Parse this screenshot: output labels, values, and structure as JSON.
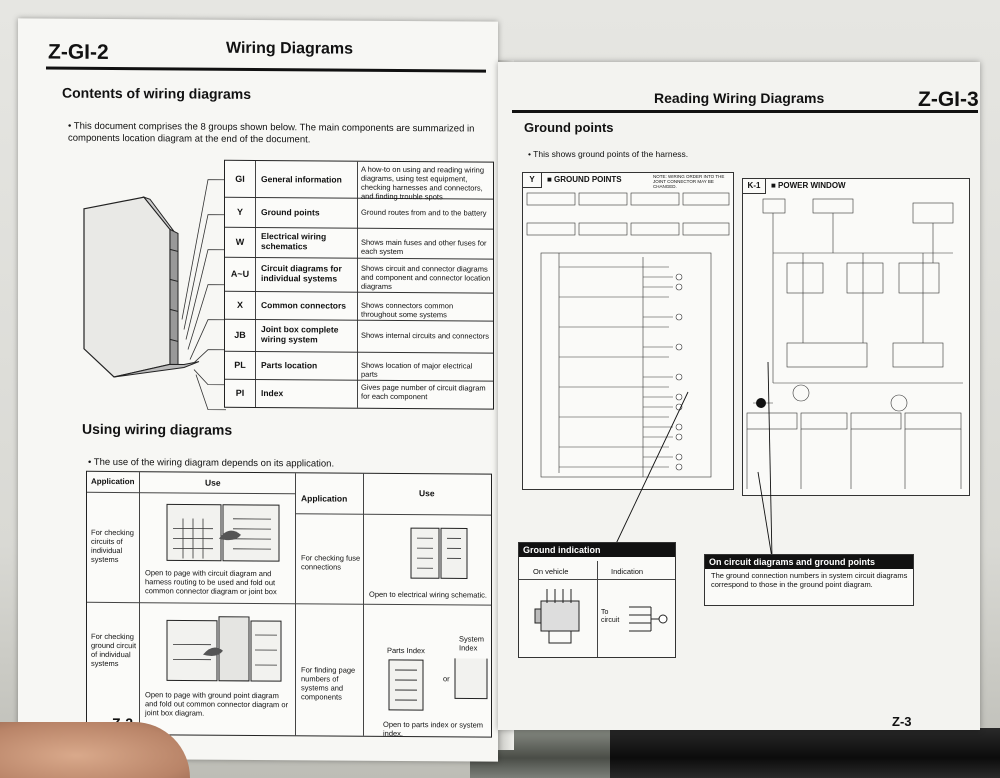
{
  "left_page": {
    "header_code": "Z-GI-2",
    "header_title": "Wiring Diagrams",
    "section_title": "Contents of wiring diagrams",
    "intro": "• This document comprises the 8 groups shown below. The main components are summarized in components location diagram at the end of the document.",
    "groups": [
      {
        "code": "GI",
        "name": "General information",
        "desc": "A how-to on using and reading wiring diagrams, using test equipment, checking harnesses and connectors, and finding trouble spots"
      },
      {
        "code": "Y",
        "name": "Ground points",
        "desc": "Ground routes from and to the battery"
      },
      {
        "code": "W",
        "name": "Electrical wiring schematics",
        "desc": "Shows main fuses and other fuses for each system"
      },
      {
        "code": "A~U",
        "name": "Circuit diagrams for individual systems",
        "desc": "Shows circuit and connector diagrams and component and connector location diagrams"
      },
      {
        "code": "X",
        "name": "Common connectors",
        "desc": "Shows connectors common throughout some systems"
      },
      {
        "code": "JB",
        "name": "Joint box complete wiring system",
        "desc": "Shows internal circuits and connectors"
      },
      {
        "code": "PL",
        "name": "Parts location",
        "desc": "Shows location of major electrical parts"
      },
      {
        "code": "PI",
        "name": "Index",
        "desc": "Gives page number of circuit diagram for each component"
      }
    ],
    "using_title": "Using wiring diagrams",
    "using_intro": "• The use of the wiring diagram depends on its application.",
    "app_header_application": "Application",
    "app_header_use": "Use",
    "app_rows": [
      {
        "app": "For checking circuits of individual systems",
        "use": "Open to page with circuit diagram and harness routing to be used and fold out common connector diagram or joint box"
      },
      {
        "app": "For checking ground circuit of individual systems",
        "use": "Open to page with ground point diagram and fold out common connector diagram or joint box diagram."
      }
    ],
    "app_rows_right": [
      {
        "app": "For checking fuse connections",
        "use": "Open to electrical wiring schematic."
      },
      {
        "app": "For finding page numbers of systems and components",
        "use": "Open to parts index or system index.",
        "label_a": "Parts Index",
        "label_or": "or",
        "label_b": "System Index"
      }
    ],
    "page_number": "Z-2"
  },
  "right_page": {
    "header_title": "Reading Wiring Diagrams",
    "header_code": "Z-GI-3",
    "section_title": "Ground points",
    "intro": "• This shows ground points of the harness.",
    "diagram_y_code": "Y",
    "diagram_y_title": "■ GROUND POINTS",
    "diagram_y_note": "NOTE: WIRING ORDER INTO THE JOINT CONNECTOR MAY BE CHANGED.",
    "diagram_k_code": "K-1",
    "diagram_k_title": "■ POWER WINDOW",
    "ground_indication": {
      "title": "Ground indication",
      "col_vehicle": "On vehicle",
      "col_indication": "Indication",
      "to_circuit": "To circuit"
    },
    "circuit_note": {
      "title": "On circuit diagrams and ground points",
      "text": "The ground connection numbers in system circuit diagrams correspond to those in the ground point diagram."
    },
    "page_number": "Z-3"
  }
}
